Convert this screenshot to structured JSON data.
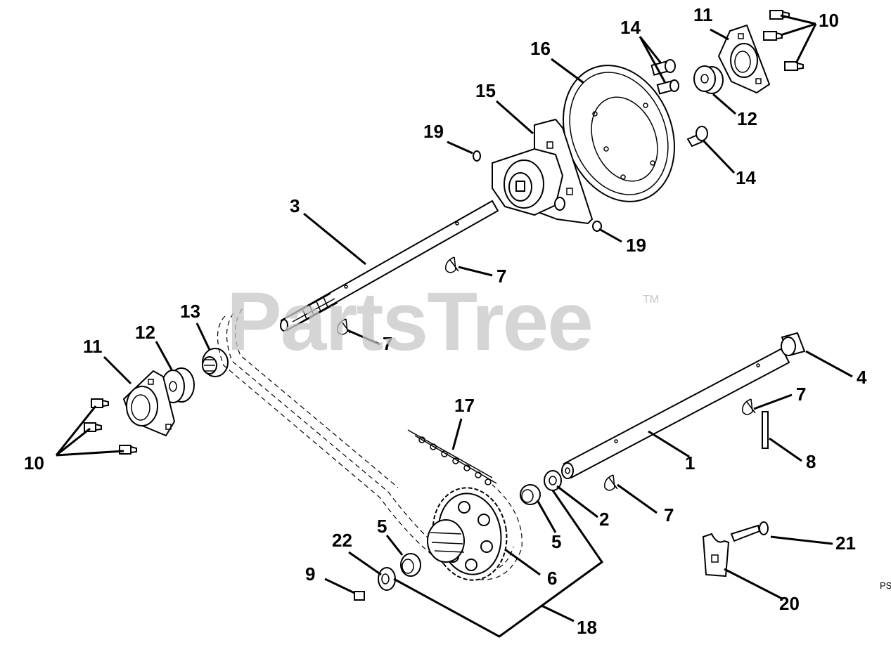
{
  "watermark": {
    "text": "PartsTree",
    "trademark": "TM"
  },
  "diagram_code": "PS",
  "callouts": [
    "1",
    "2",
    "3",
    "4",
    "5",
    "5",
    "6",
    "7",
    "7",
    "7",
    "7",
    "8",
    "9",
    "10",
    "10",
    "11",
    "11",
    "12",
    "12",
    "13",
    "14",
    "14",
    "15",
    "16",
    "17",
    "18",
    "19",
    "19",
    "20",
    "21",
    "22"
  ],
  "colors": {
    "line": "#000000",
    "watermark": "#c8c8c8",
    "background": "#ffffff"
  }
}
